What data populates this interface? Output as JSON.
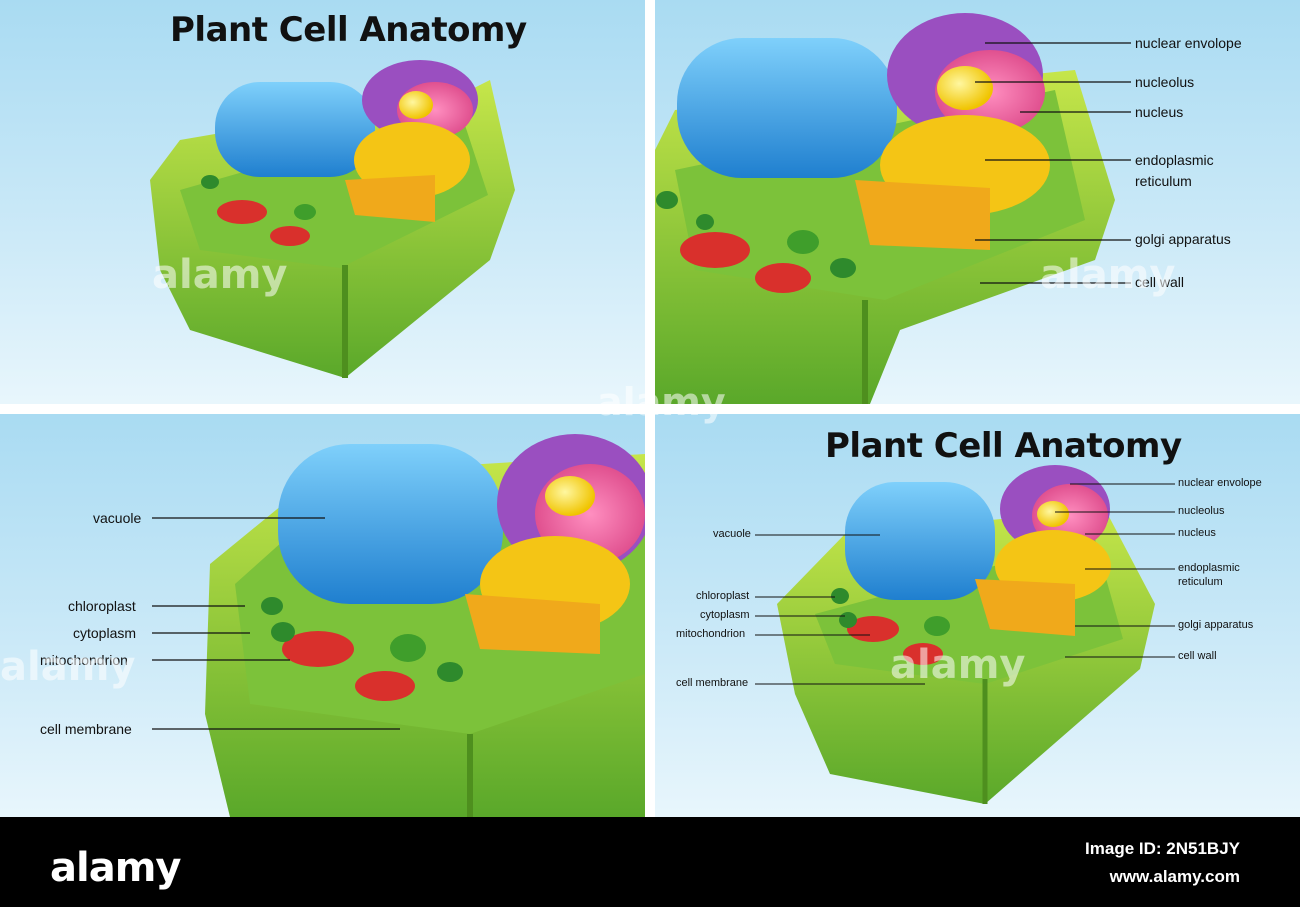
{
  "title_top": "Plant Cell Anatomy",
  "title_bottom": "Plant Cell Anatomy",
  "labels_top_right": {
    "nuclear_envelope": "nuclear envolope",
    "nucleolus": "nucleolus",
    "nucleus": "nucleus",
    "er_line1": "endoplasmic",
    "er_line2": "reticulum",
    "golgi": "golgi apparatus",
    "cell_wall": "cell wall"
  },
  "labels_bottom_left": {
    "vacuole": "vacuole",
    "chloroplast": "chloroplast",
    "cytoplasm": "cytoplasm",
    "mitochondrion": "mitochondrion",
    "cell_membrane": "cell membrane"
  },
  "labels_bottom_right": {
    "nuclear_envelope": "nuclear envolope",
    "nucleolus": "nucleolus",
    "nucleus": "nucleus",
    "er_line1": "endoplasmic",
    "er_line2": "reticulum",
    "golgi": "golgi apparatus",
    "cell_wall": "cell wall",
    "vacuole": "vacuole",
    "chloroplast": "chloroplast",
    "cytoplasm": "cytoplasm",
    "mitochondrion": "mitochondrion",
    "cell_membrane": "cell membrane"
  },
  "watermark": "alamy",
  "footer": {
    "brand": "alamy",
    "image_id": "Image ID: 2N51BJY",
    "site": "www.alamy.com"
  },
  "colors": {
    "sky": "#bfe4f5",
    "cell_wall": "#8ccb2e",
    "cytoplasm": "#7cc23a",
    "vacuole": "#35a3e6",
    "nucleus": "#9a4fc0",
    "nucleolus": "#f2d21a",
    "er": "#f4c515",
    "mitochondrion": "#d9302c",
    "footer": "#000000"
  }
}
